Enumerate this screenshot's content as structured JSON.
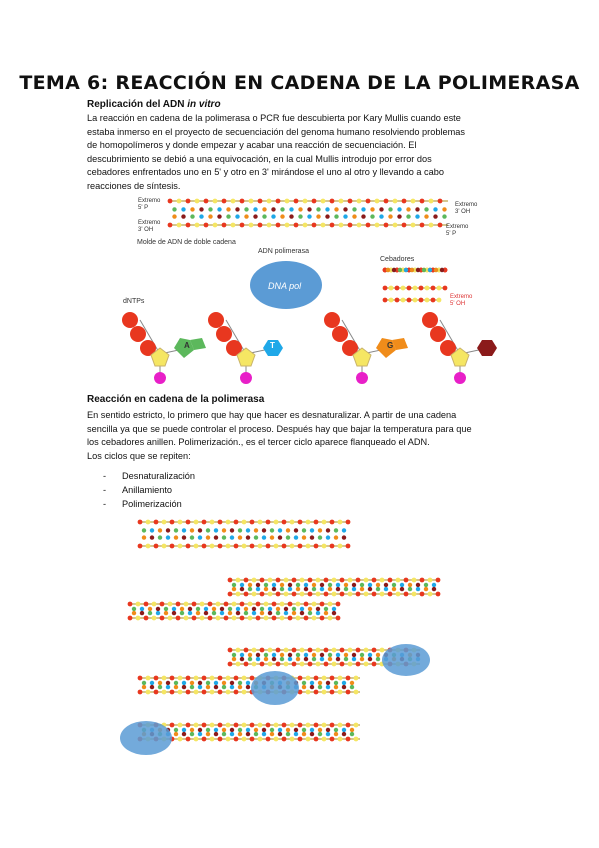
{
  "doc": {
    "title": "TEMA 6: REACCIÓN EN CADENA DE LA POLIMERASA",
    "section1": {
      "heading_prefix": "Replicación del ADN ",
      "heading_italic": "in vitro",
      "paragraph_lines": [
        "La reacción en cadena de la polimerasa o PCR fue descubierta por Kary Mullis cuando este",
        "estaba inmerso en el proyecto de secuenciación del genoma humano resolviendo problemas",
        "de homopolímeros y donde empezar y acabar una reacción de secuenciación. El",
        "descubrimiento se debió a una equivocación, en la cual Mullis introdujo por error dos",
        "cebadores enfrentados uno en 5' y otro en 3' mirándose el uno al otro y llevando a cabo",
        "reacciones de síntesis."
      ]
    },
    "figure1": {
      "extremo_5p_left": "Extremo\n5' P",
      "extremo_3oh_left": "Extremo\n3' OH",
      "extremo_3oh_right": "Extremo\n3' OH",
      "extremo_5p_right": "Extremo\n5' P",
      "template_label": "Molde de ADN de doble cadena",
      "polymerase_label": "ADN polimerasa",
      "polymerase_text": "DNA pol",
      "primers_label": "Cebadores",
      "primer_extremo": "Extremo\n5' OH",
      "dntps_label": "dNTPs",
      "bases": [
        "A",
        "T",
        "G"
      ]
    },
    "section2": {
      "heading": "Reacción en cadena de la polimerasa",
      "paragraph_lines": [
        "En sentido estricto, lo primero que hay que hacer es desnaturalizar. A partir de una cadena",
        "sencilla ya que se puede controlar el proceso. Después hay que bajar la temperatura para que",
        "los cebadores anillen. Polimerización., es el tercer ciclo aparece flanqueado el ADN.",
        "Los ciclos que se repiten:"
      ],
      "bullets": [
        "Desnaturalización",
        "Anillamiento",
        "Polimerización"
      ],
      "bullet_marker": "-"
    },
    "colors": {
      "blue_pol": "#5b9bd5",
      "red_phosphate": "#e8371f",
      "sugar": "#f5e663",
      "magenta": "#e81fc8",
      "green": "#5cb85c",
      "cyan": "#1fa8e8",
      "orange": "#f08c1a",
      "darkred": "#8b1a1a"
    }
  }
}
